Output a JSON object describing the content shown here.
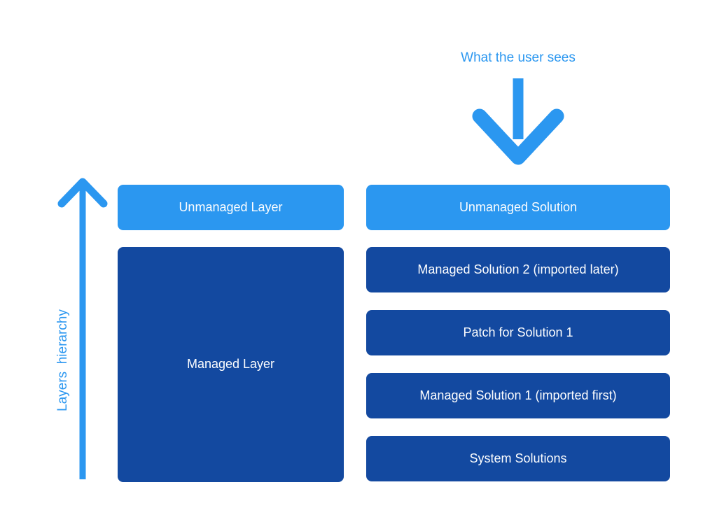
{
  "colors": {
    "accent_blue": "#2B97F0",
    "dark_blue": "#1349A0",
    "box_text": "#FCFDFE",
    "background": "#FFFFFF"
  },
  "annotations": {
    "user_view_label": "What the user sees",
    "hierarchy_axis_label": "Layers  hierarchy"
  },
  "icons": {
    "down_arrow": "arrow-down-icon",
    "up_arrow": "arrow-up-icon"
  },
  "left_column": {
    "unmanaged_layer": {
      "label": "Unmanaged Layer",
      "tone": "light"
    },
    "managed_layer": {
      "label": "Managed Layer",
      "tone": "dark"
    }
  },
  "right_column": {
    "solutions": [
      {
        "label": "Unmanaged Solution",
        "tone": "light"
      },
      {
        "label": "Managed Solution 2 (imported later)",
        "tone": "dark"
      },
      {
        "label": "Patch for Solution 1",
        "tone": "dark"
      },
      {
        "label": "Managed Solution 1 (imported first)",
        "tone": "dark"
      },
      {
        "label": "System Solutions",
        "tone": "dark"
      }
    ]
  }
}
